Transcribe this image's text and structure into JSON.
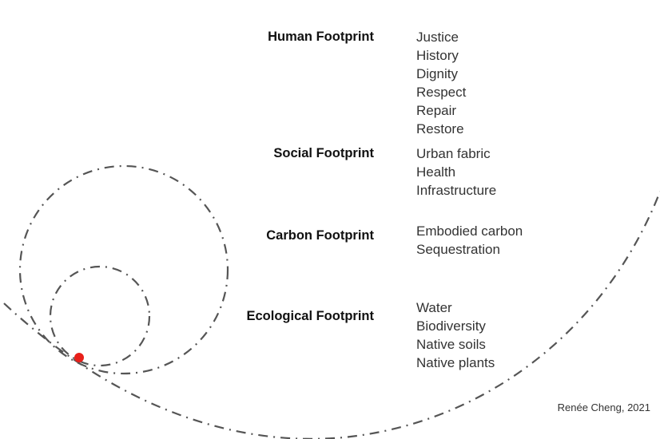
{
  "groups": [
    {
      "label": "Human Footprint",
      "items": [
        "Justice",
        "History",
        "Dignity",
        "Respect",
        "Repair",
        "Restore"
      ]
    },
    {
      "label": "Social Footprint",
      "items": [
        "Urban fabric",
        "Health",
        "Infrastructure"
      ]
    },
    {
      "label": "Carbon Footprint",
      "items": [
        "Embodied carbon",
        "Sequestration"
      ]
    },
    {
      "label": "Ecological Footprint",
      "items": [
        "Water",
        "Biodiversity",
        "Native soils",
        "Native plants"
      ]
    }
  ],
  "credit": "Renée Cheng, 2021",
  "colors": {
    "line": "#555555",
    "marker": "#e8201a",
    "label": "#111111",
    "item": "#333333"
  }
}
